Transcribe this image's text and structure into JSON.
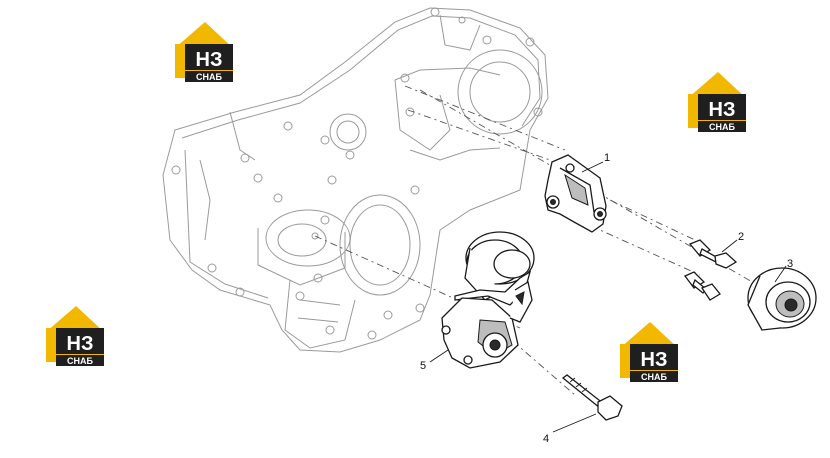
{
  "brand": {
    "logo_letters": "НЗ",
    "logo_word": "СНАБ",
    "colors": {
      "yellow": "#f2b800",
      "dark": "#1f1f1f",
      "white": "#ffffff"
    }
  },
  "callouts": [
    "1",
    "2",
    "3",
    "4",
    "5"
  ],
  "colors": {
    "ghost_line": "#9a9a9a",
    "part_line": "#1a1a1a"
  }
}
